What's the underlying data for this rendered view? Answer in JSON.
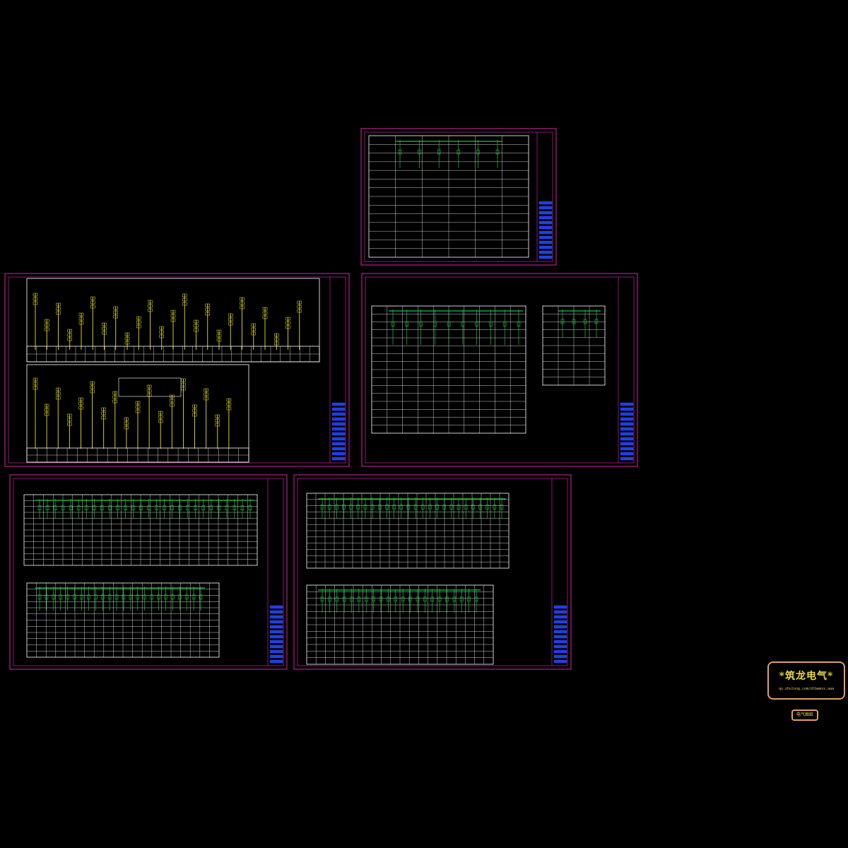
{
  "stamp": {
    "title": "*筑龙电气*",
    "url": "qu.zhulong.com/dlbwmsx.aaa"
  },
  "badge": {
    "label": "电气图纸"
  },
  "sheets": [
    {
      "id": "sheet-top",
      "kind": "panel-table"
    },
    {
      "id": "sheet-mid-left",
      "kind": "riser-diagram"
    },
    {
      "id": "sheet-mid-right",
      "kind": "panel-table"
    },
    {
      "id": "sheet-bottom-left",
      "kind": "distribution-table"
    },
    {
      "id": "sheet-bottom-right",
      "kind": "distribution-table"
    }
  ],
  "colors": {
    "background": "#000000",
    "border": "#b0208a",
    "table": "#ffffff",
    "riser": "#e8e020",
    "circuit": "#20c040",
    "titleblock": "#2040e0"
  }
}
